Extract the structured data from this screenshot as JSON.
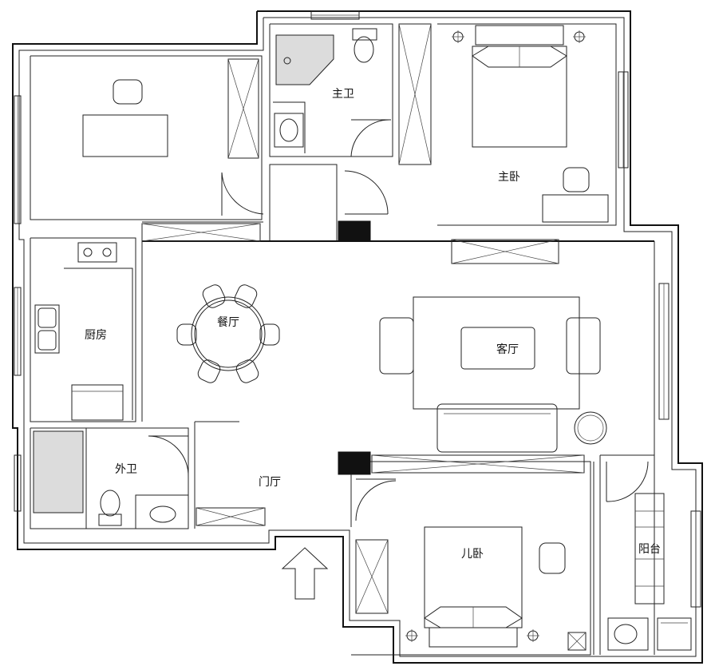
{
  "rooms": {
    "master_bath": "主卫",
    "master_bedroom": "主卧",
    "kitchen": "厨房",
    "dining_room": "餐厅",
    "living_room": "客厅",
    "guest_bath": "外卫",
    "foyer": "门厅",
    "kids_bedroom": "儿卧",
    "balcony": "阳台"
  },
  "colors": {
    "line": "#111111",
    "background": "#ffffff",
    "fill_dark": "#111111",
    "tile": "#dcdcdc"
  },
  "icons": [
    "entrance-arrow-icon",
    "toilet-icon",
    "sink-icon",
    "shower-icon",
    "stove-icon",
    "double-sink-icon"
  ]
}
